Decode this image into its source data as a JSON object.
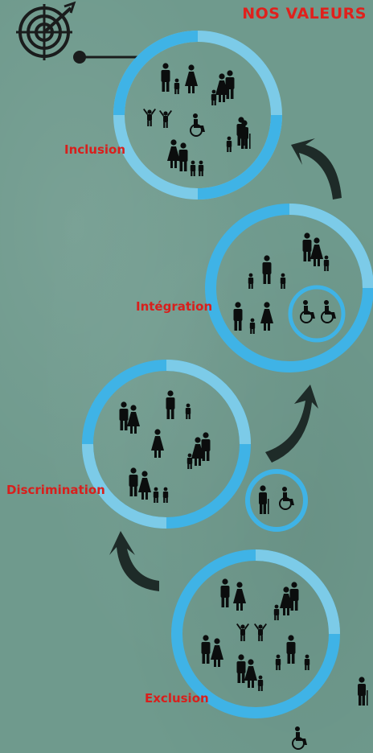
{
  "header": {
    "title": "NOS VALEURS"
  },
  "stages": {
    "inclusion": {
      "label": "Inclusion"
    },
    "integration": {
      "label": "Intégration"
    },
    "discrimination": {
      "label": "Discrimination"
    },
    "exclusion": {
      "label": "Exclusion"
    }
  },
  "colors": {
    "background": "#6f9a8d",
    "ring_dark": "#3fb3e6",
    "ring_light": "#7ccbe8",
    "label_red": "#d81f1c",
    "arrow": "#1e2b28",
    "figure": "#0b0d0d"
  },
  "icons": {
    "target": "target-with-arrow-icon",
    "people": "people-figures-icon",
    "wheelchair": "wheelchair-user-icon",
    "arrow": "curved-arrow-icon"
  }
}
